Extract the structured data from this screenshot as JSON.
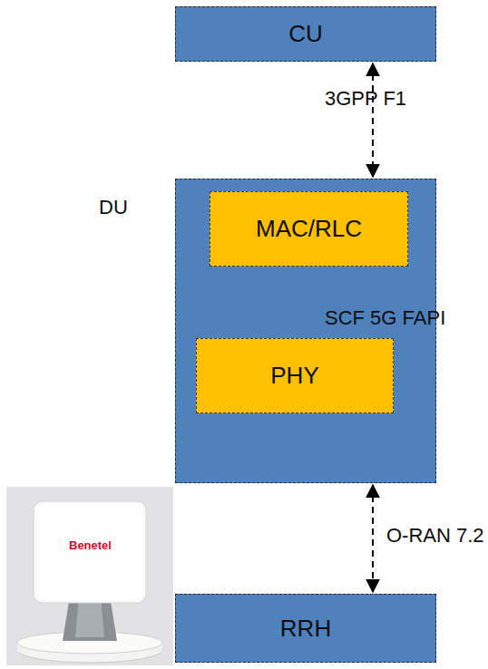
{
  "diagram": {
    "nodes": [
      {
        "text": [
          "CU"
        ]
      },
      {
        "text": [
          "DU"
        ]
      },
      {
        "text": [
          "MAC/RLC"
        ],
        "in": 1
      },
      {
        "text": [
          "PHY"
        ],
        "in": 1
      },
      {
        "text": [
          "RRH"
        ]
      }
    ],
    "edges": [
      {
        "from": 0,
        "to": 1,
        "label": "3GPP F1",
        "arrow": "both"
      },
      {
        "from": 2,
        "to": 3,
        "label": "SCF 5G FAPI",
        "arrow": "both"
      },
      {
        "from": 1,
        "to": 4,
        "label": "O-RAN 7.2",
        "arrow": "both"
      }
    ],
    "labels": [
      "Benetel"
    ]
  }
}
